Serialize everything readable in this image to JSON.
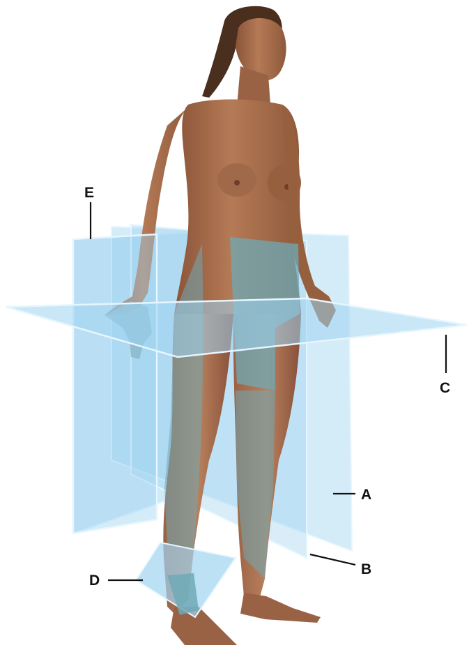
{
  "labels": {
    "a": "A",
    "b": "B",
    "c": "C",
    "d": "D",
    "e": "E"
  },
  "colors": {
    "skin": "#a9714f",
    "skin_shadow": "#8a5438",
    "skin_highlight": "#c48a64",
    "hair": "#4a2e1e",
    "plane_fill": "#9fd3f0",
    "plane_edge": "#e6f6ff",
    "overlap_tint": "#6fa9b6",
    "leader_line": "#111111"
  }
}
